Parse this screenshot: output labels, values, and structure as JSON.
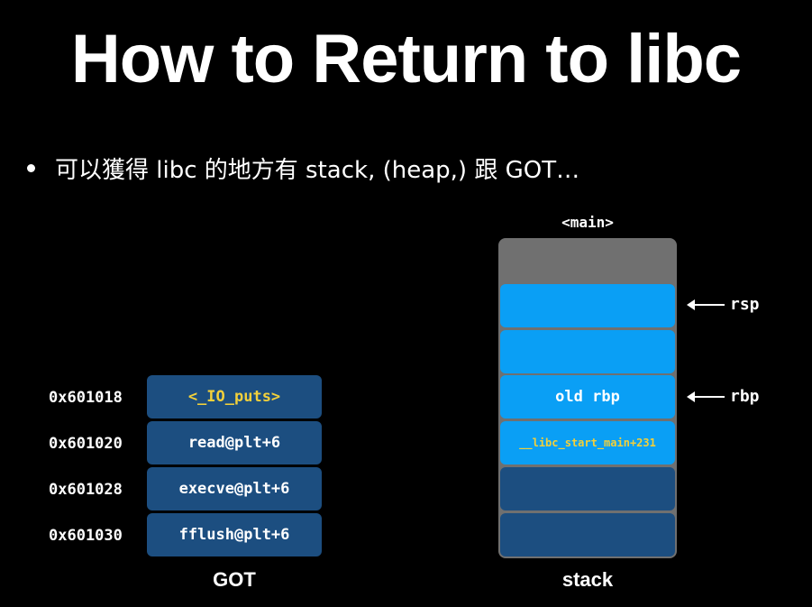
{
  "title": "How to Return to libc",
  "bullet": "可以獲得 libc 的地方有 stack, (heap,) 跟 GOT…",
  "got": {
    "caption": "GOT",
    "rows": [
      {
        "addr": "0x601018",
        "value": "<_IO_puts>",
        "highlight": true
      },
      {
        "addr": "0x601020",
        "value": "read@plt+6",
        "highlight": false
      },
      {
        "addr": "0x601028",
        "value": "execve@plt+6",
        "highlight": false
      },
      {
        "addr": "0x601030",
        "value": "fflush@plt+6",
        "highlight": false
      }
    ]
  },
  "stack": {
    "header": "<main>",
    "caption": "stack",
    "cells": [
      "",
      "",
      "old rbp",
      "__libc_start_main+231",
      "",
      ""
    ],
    "pointers": {
      "rsp": "rsp",
      "rbp": "rbp"
    }
  },
  "colors": {
    "background": "#000000",
    "got_cell": "#1c4e80",
    "stack_light": "#0a9ff5",
    "stack_dark": "#1c4e80",
    "stack_frame": "#707070",
    "highlight_text": "#f2d03b"
  }
}
